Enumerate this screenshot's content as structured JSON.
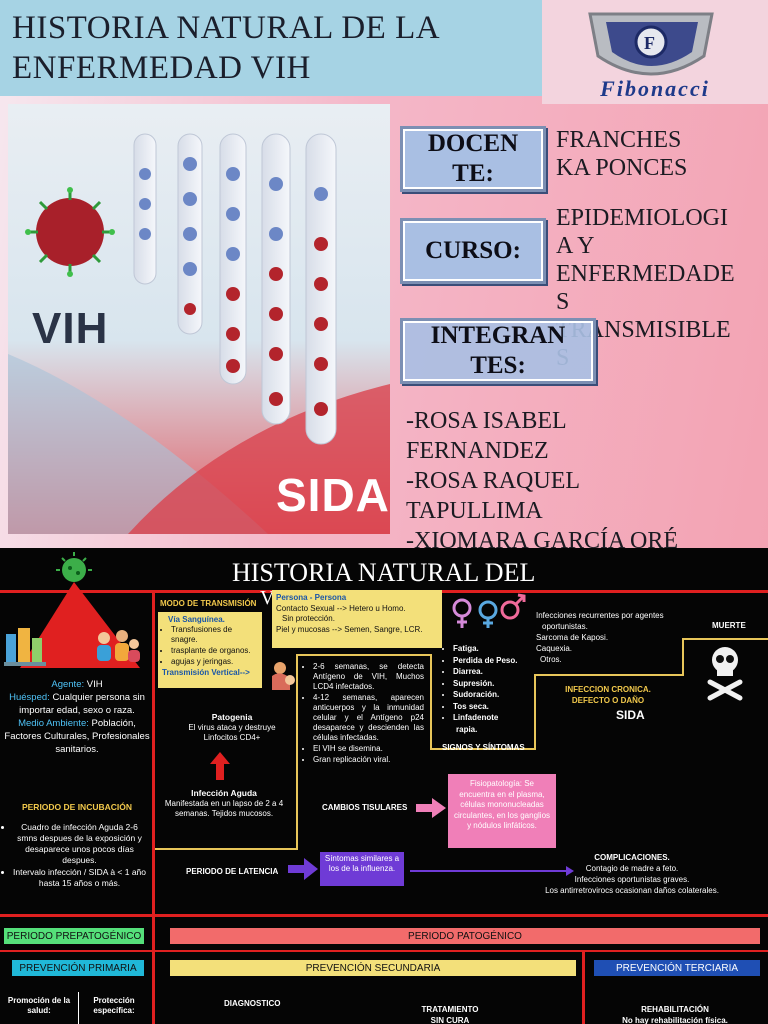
{
  "slide": {
    "title_line1": "HISTORIA NATURAL DE LA",
    "title_line2": "ENFERMEDAD VIH",
    "logo_text": "Fibonacci",
    "photo_label_left": "VIH",
    "photo_label_right": "SIDA",
    "docente_label_1": "DOCEN",
    "docente_label_2": "TE:",
    "docente_value_1": "FRANCHES",
    "docente_value_2": "KA PONCES",
    "curso_label": "CURSO:",
    "curso_value": [
      "EPIDEMIOLOGI",
      "A Y",
      "ENFERMEDADE",
      "S",
      "TRANSMISIBLE",
      "S"
    ],
    "integrantes_label_1": "INTEGRAN",
    "integrantes_label_2": "TES:",
    "integrantes": [
      "-ROSA ISABEL",
      "FERNANDEZ",
      "-ROSA RAQUEL",
      "TAPULLIMA",
      "-XIOMARA GARCÍA ORÉ"
    ]
  },
  "infographic": {
    "title_line1": "HISTORIA NATURAL DEL",
    "title_line2": "VIH",
    "left": {
      "agente_label": "Agente:",
      "agente_value": "VIH",
      "huesped_label": "Huésped:",
      "huesped_value": "Cualquier persona sin importar edad, sexo o raza.",
      "medio_label": "Medio Ambiente:",
      "medio_value": "Población, Factores Culturales, Profesionales sanitarios.",
      "incubacion_title": "PERIODO DE INCUBACIÓN",
      "incubacion_items": [
        "Cuadro de infección Aguda 2-6 smns despues de la exposición y desaparece unos pocos días despues.",
        "Intervalo infección / SIDA à < 1 año hasta 15 años o más."
      ]
    },
    "transmision": {
      "header": "MODO DE TRANSMISIÓN",
      "sanguinea_title": "Vía Sanguínea.",
      "sanguinea_items": [
        "Transfusiones de snagre.",
        "trasplante de organos.",
        "agujas y jeringas."
      ],
      "vertical": "Transmisión Vertical-->",
      "persona_title": "Persona - Persona",
      "persona_lines": [
        "Contacto Sexual --> Hetero u Homo.",
        "Sin protección.",
        "Piel y mucosas --> Semen, Sangre, LCR."
      ]
    },
    "patogenia": {
      "title": "Patogenia",
      "text": "El virus ataca y destruye Linfocitos CD4+"
    },
    "infeccion_aguda": {
      "title": "Infección Aguda",
      "text": "Manifestada en un lapso de 2 a 4 semanas. Tejidos mucosos."
    },
    "semanas_items": [
      "2-6 semanas, se detecta Antígeno de VIH, Muchos LCD4 infectados.",
      "4-12 semanas, aparecen anticuerpos y la inmunidad celular y el Antígeno p24 desaparece y descienden las células infectadas.",
      "El VIH se disemina.",
      "Gran replicación viral."
    ],
    "signos": {
      "items": [
        "Fatiga.",
        "Perdida de Peso.",
        "Diarrea.",
        "Supresión.",
        "Sudoración.",
        "Tos seca.",
        "Linfadenote",
        "rapia."
      ],
      "title": "SIGNOS Y SÍNTOMAS"
    },
    "infecciones_recurrentes": [
      "Infecciones recurrentes por agentes",
      "oportunistas.",
      "Sarcoma de Kaposi.",
      "Caquexia.",
      "Otros."
    ],
    "muerte": "MUERTE",
    "cronica": "INFECCION CRONICA. DEFECTO O DAÑO",
    "sida": "SIDA",
    "cambios_tisulares": "CAMBIOS TISULARES",
    "fisiopatologia": "Fisiopatología: Se encuentra en el plasma, células mononucleadas circulantes, en los ganglios y nódulos linfáticos.",
    "latencia": "PERIODO DE LATENCIA",
    "sintomas_influenza": "Síntomas similares a los de la influenza.",
    "complicaciones_title": "COMPLICACIONES.",
    "complicaciones_lines": [
      "Contagio de madre a feto.",
      "Infecciones oportunistas graves.",
      "Los antirretrovirocs ocasionan daños colaterales."
    ],
    "periodo_prepatogenico": "PERIODO PREPATOGÉNICO",
    "periodo_patogenico": "PERIODO PATOGÉNICO",
    "prevencion_primaria": "PREVENCIÓN PRIMARIA",
    "prevencion_secundaria": "PREVENCIÓN SECUNDARIA",
    "prevencion_terciaria": "PREVENCIÓN TERCIARIA",
    "promocion": "Promoción de la salud:",
    "proteccion": "Protección específica:",
    "diagnostico": "DIAGNOSTICO",
    "tratamiento_1": "TRATAMIENTO",
    "tratamiento_2": "SIN CURA",
    "rehabilitacion_1": "REHABILITACIÓN",
    "rehabilitacion_2": "No hay rehabilitación física."
  },
  "colors": {
    "title_bg": "#a6d3e4",
    "label_box": "#a9bfe3",
    "accent_red": "#e02020",
    "accent_gold": "#e8c65a",
    "yellow_box": "#f3e07a",
    "pink_box": "#f07fb8",
    "purple_box": "#6f3bd6",
    "prevencion_primaria_bg": "#20b8d8",
    "prevencion_terciaria_bg": "#1f4fb4",
    "prepatogenico_bg": "#55e07a",
    "patogenico_bg": "#f26b6b"
  },
  "icons": [
    "virus-icon",
    "crest-icon",
    "gender-symbols-icon",
    "skull-crossbones-icon",
    "city-icon",
    "people-icon",
    "mother-child-icon"
  ]
}
